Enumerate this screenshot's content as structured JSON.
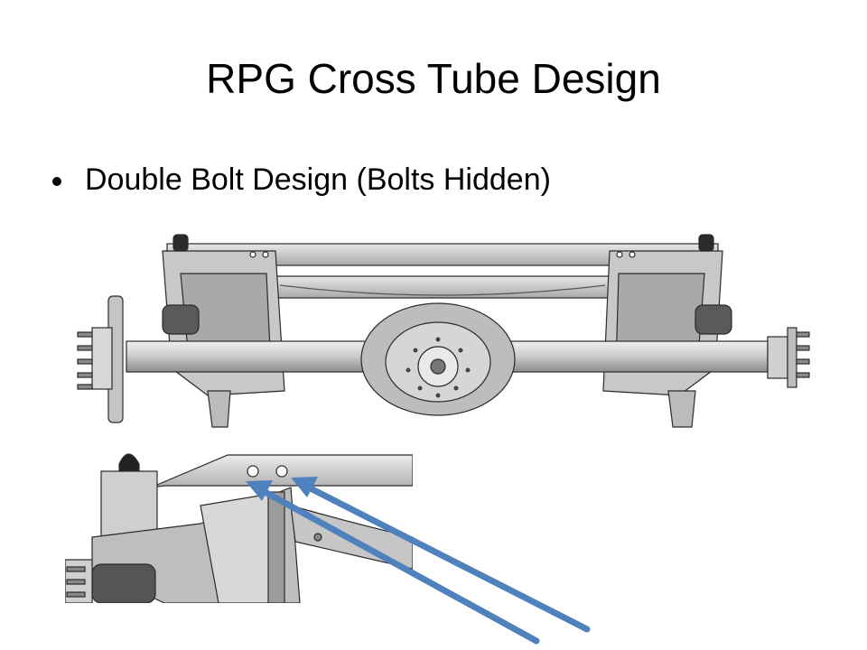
{
  "slide": {
    "title": "RPG Cross Tube Design",
    "bullets": [
      "Double Bolt Design (Bolts Hidden)"
    ]
  },
  "colors": {
    "metal_light": "#d9d9d9",
    "metal_mid": "#b8b8b8",
    "metal_dark": "#7a7a7a",
    "outline": "#2b2b2b",
    "arrow": "#4f81bd"
  },
  "figures": {
    "main": "rear-axle-assembly-drawing",
    "detail": "cross-tube-bolt-detail-drawing"
  }
}
